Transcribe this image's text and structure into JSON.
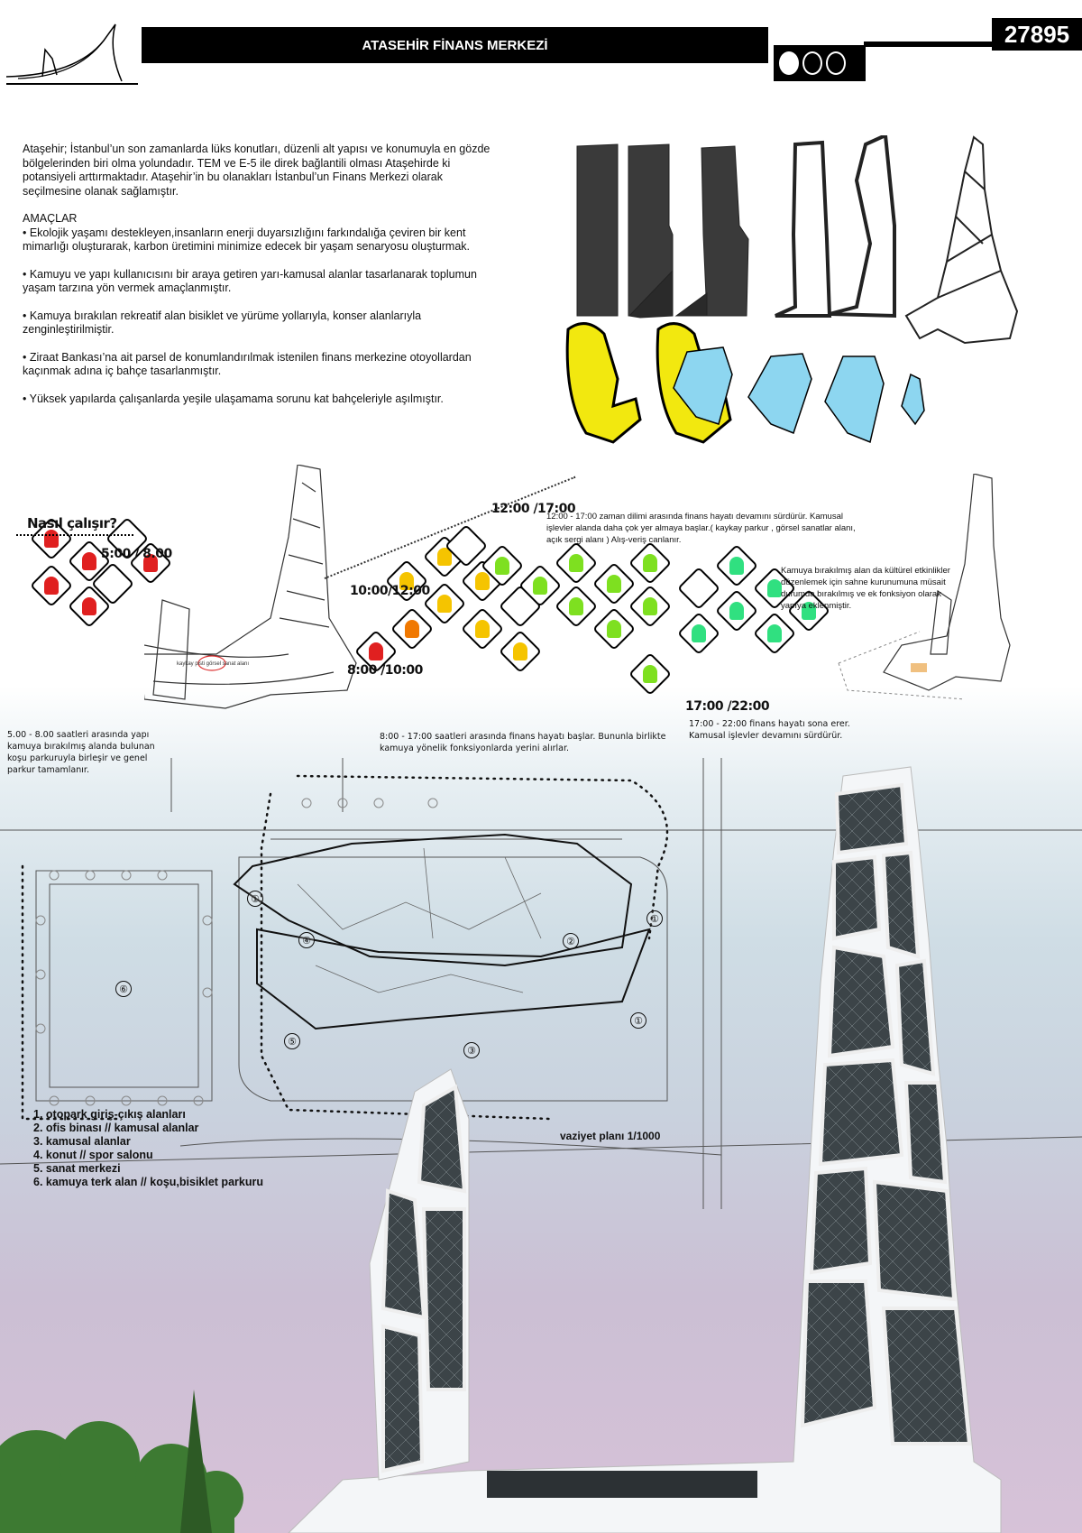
{
  "header": {
    "title": "ATASEHİR FİNANS MERKEZİ",
    "number": "27895",
    "page_indicator": {
      "current": 1,
      "total": 3
    }
  },
  "intro": {
    "paragraph": "Ataşehir; İstanbul’un son zamanlarda lüks konutları, düzenli alt yapısı ve konumuyla en gözde bölgelerinden biri olma yolundadır.  TEM ve E-5 ile direk bağlantili olması Ataşehirde ki potansiyeli arttırmaktadır. Ataşehir’in bu olanakları İstanbul’un Finans Merkezi olarak seçilmesine olanak sağlamıştır.",
    "goals_heading": "AMAÇLAR",
    "goals": [
      "• Ekolojik yaşamı destekleyen,insanların enerji duyarsızlığını farkındalığa çeviren bir kent mimarlığı oluşturarak, karbon üretimini minimize edecek bir yaşam senaryosu oluşturmak.",
      "• Kamuyu ve yapı kullanıcısını bir araya getiren yarı-kamusal alanlar tasarlanarak toplumun yaşam tarzına yön vermek amaçlanmıştır.",
      "• Kamuya bırakılan rekreatif alan bisiklet ve yürüme yollarıyla, konser alanlarıyla zenginleştirilmiştir.",
      "• Ziraat Bankası’na ait parsel de konumlandırılmak istenilen finans merkezine otoyollardan kaçınmak adına iç bahçe tasarlanmıştır.",
      "• Yüksek yapılarda çalışanlarda yeşile ulaşamama sorunu kat bahçeleriyle aşılmıştır."
    ]
  },
  "how_it_works": {
    "heading": "Nasıl çalışır?",
    "times": {
      "t1": "5:00 / 8.00",
      "t2": "10:00/12:00",
      "t3": "12:00 /17:00",
      "t4": "8:00 /10:00",
      "t5": "17:00 /22:00"
    },
    "plan_note": "kaykay pisti görsel sanat alanı",
    "notes": {
      "early": "5.00 - 8.00 saatleri arasında yapı kamuya bırakılmış alanda bulunan koşu parkuruyla birleşir ve genel parkur tamamlanır.",
      "morning": "8:00 - 17:00 saatleri arasında finans hayatı başlar. Bununla birlikte kamuya yönelik fonksiyonlarda yerini alırlar.",
      "midday": "12:00 - 17:00 zaman dilimi arasında finans hayatı devamını sürdürür. Kamusal işlevler alanda daha çok yer almaya başlar.( kaykay parkur , görsel sanatlar alanı, açık sergi alanı ) Alış-veriş canlanır.",
      "evening": "17:00 - 22:00 finans hayatı sona erer. Kamusal işlevler devamını sürdürür.",
      "culture": "Kamuya bırakılmış alan da kültürel etkinlikler düzenlemek için sahne kurunumuna müsait durumda bırakılmış ve ek fonksiyon olarak yapıya eklenmiştir."
    },
    "colors": {
      "early": "#e02020",
      "morning": "#f07800",
      "midmorning": "#f5c400",
      "midday": "#7ee020",
      "evening": "#30e080"
    }
  },
  "site_plan": {
    "scale_label": "vaziyet planı 1/1000",
    "markers": [
      "①",
      "②",
      "③",
      "④",
      "⑤",
      "⑥"
    ],
    "legend": [
      "1. otopark giriş-çıkış alanları",
      "2. ofis binası // kamusal alanlar",
      "3. kamusal alanlar",
      "4. konut // spor salonu",
      "5. sanat merkezi",
      "6. kamuya terk alan // koşu,bisiklet parkuru"
    ]
  }
}
